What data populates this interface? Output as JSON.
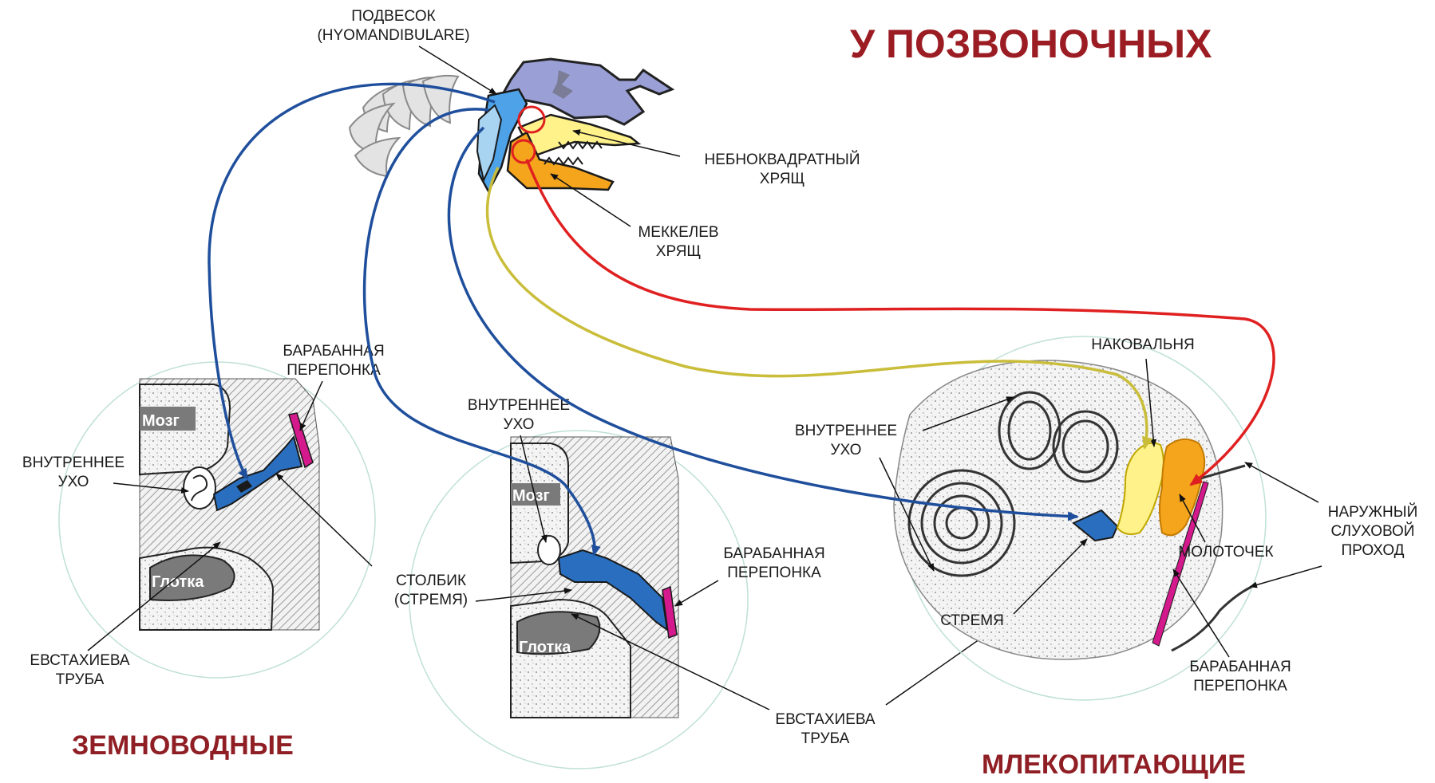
{
  "title": "У ПОЗВОНОЧНЫХ",
  "top_labels": {
    "hyomandibulare_line1": "ПОДВЕСОК",
    "hyomandibulare_line2": "(HYOMANDIBULARE)",
    "palatoquadrate_line1": "НЕБНОКВАДРАТНЫЙ",
    "palatoquadrate_line2": "ХРЯЩ",
    "meckel_line1": "МЕККЕЛЕВ",
    "meckel_line2": "ХРЯЩ"
  },
  "amphibians": {
    "name": "ЗЕМНОВОДНЫЕ",
    "brain": "Мозг",
    "pharynx": "Глотка",
    "eardrum_line1": "БАРАБАННАЯ",
    "eardrum_line2": "ПЕРЕПОНКА",
    "inner_ear_line1": "ВНУТРЕННЕЕ",
    "inner_ear_line2": "УХО",
    "eustachian_line1": "ЕВСТАХИЕВА",
    "eustachian_line2": "ТРУБА"
  },
  "middle_group": {
    "brain": "Мозг",
    "pharynx": "Глотка",
    "inner_ear_line1": "ВНУТРЕННЕЕ",
    "inner_ear_line2": "УХО",
    "columella_line1": "СТОЛБИК",
    "columella_line2": "(СТРЕМЯ)",
    "eardrum_line1": "БАРАБАННАЯ",
    "eardrum_line2": "ПЕРЕПОНКА",
    "eustachian_line1": "ЕВСТАХИЕВА",
    "eustachian_line2": "ТРУБА"
  },
  "mammals": {
    "name": "МЛЕКОПИТАЮЩИЕ",
    "incus": "НАКОВАЛЬНЯ",
    "inner_ear_line1": "ВНУТРЕННЕЕ",
    "inner_ear_line2": "УХО",
    "malleus": "МОЛОТОЧЕК",
    "stapes": "СТРЕМЯ",
    "canal_line1": "НАРУЖНЫЙ",
    "canal_line2": "СЛУХОВОЙ",
    "canal_line3": "ПРОХОД",
    "eardrum_line1": "БАРАБАННАЯ",
    "eardrum_line2": "ПЕРЕПОНКА"
  },
  "colors": {
    "title": "#9b1c22",
    "hyomandibular_blue": "#1f4f9c",
    "palatoquadrate_yellow": "#c9bd3a",
    "meckel_red": "#e02020",
    "eardrum_magenta": "#d4198c",
    "skull_purple": "#9aa0d6",
    "jaw_orange": "#f4a51c"
  }
}
